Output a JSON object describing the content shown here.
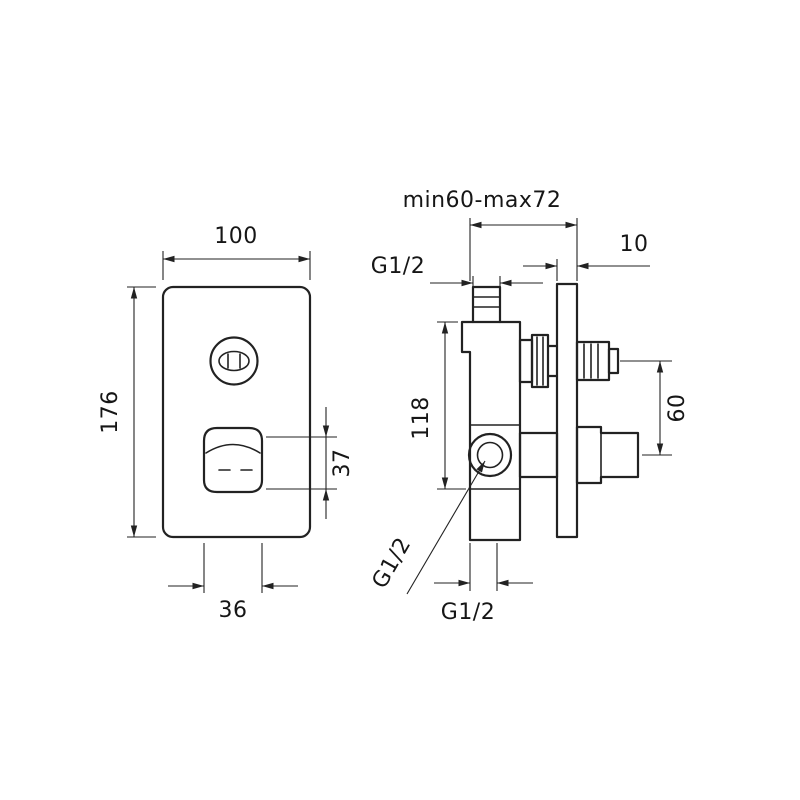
{
  "front_view": {
    "width": "100",
    "height": "176",
    "handle_height": "37",
    "handle_width": "36"
  },
  "side_view": {
    "depth_range": "min60-max72",
    "top_thread": "G1/2",
    "plate_thickness": "10",
    "port_height": "118",
    "outlet_spacing": "60",
    "side_thread": "G1/2",
    "bottom_thread": "G1/2"
  },
  "colors": {
    "line": "#222222",
    "background": "#ffffff"
  }
}
